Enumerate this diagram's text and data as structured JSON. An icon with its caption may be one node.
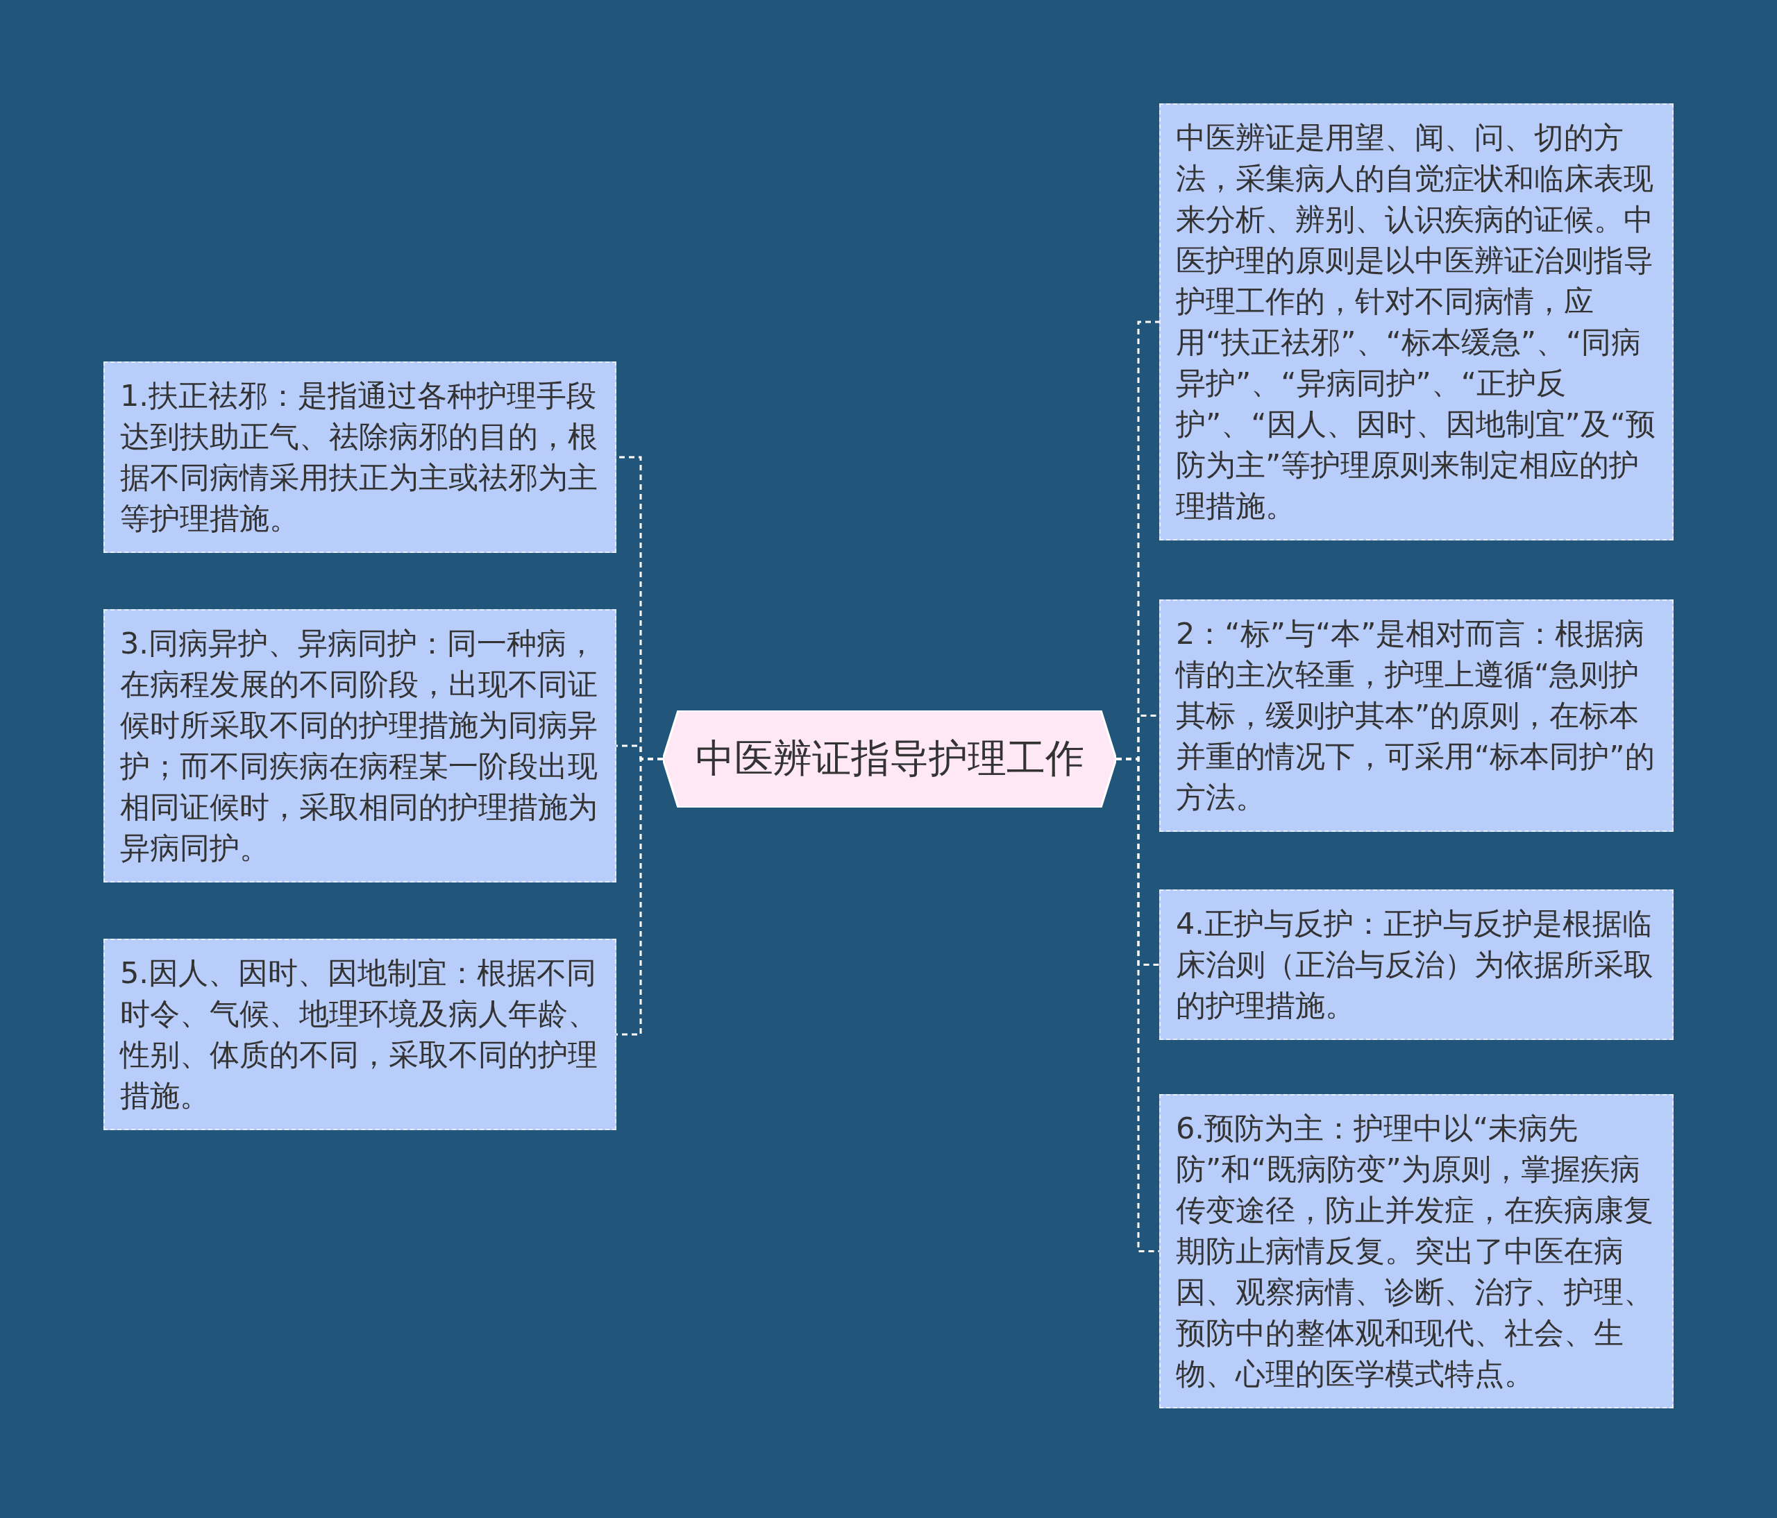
{
  "diagram": {
    "nodes": [
      {
        "text": [
          "中医辨证指导护理工作"
        ]
      },
      {
        "text": [
          "中医辨证是用望、闻、问、切的方法，采集病人的自觉症状和临床表现来分析、辨别、认识疾病的证候。中医护理的原则是以中医辨证治则指导护理工作的，针对不同病情，应用“扶正祛邪”、“标本缓急”、“同病异护”、“异病同护”、“正护反护”、“因人、因时、因地制宜”及“预防为主”等护理原则来制定相应的护理措施。"
        ]
      },
      {
        "text": [
          "1.扶正祛邪：是指通过各种护理手段达到扶助正气、祛除病邪的目的，根据不同病情采用扶正为主或祛邪为主等护理措施。"
        ]
      },
      {
        "text": [
          "2：“标”与“本”是相对而言：根据病情的主次轻重，护理上遵循“急则护其标，缓则护其本”的原则，在标本并重的情况下，可采用“标本同护”的方法。"
        ]
      },
      {
        "text": [
          "3.同病异护、异病同护：同一种病，在病程发展的不同阶段，出现不同证候时所采取不同的护理措施为同病异护；而不同疾病在病程某一阶段出现相同证候时，采取相同的护理措施为异病同护。"
        ]
      },
      {
        "text": [
          "4.正护与反护：正护与反护是根据临床治则（正治与反治）为依据所采取的护理措施。"
        ]
      },
      {
        "text": [
          "5.因人、因时、因地制宜：根据不同时令、气候、地理环境及病人年龄、性别、体质的不同，采取不同的护理措施。"
        ]
      },
      {
        "text": [
          "6.预防为主：护理中以“未病先防”和“既病防变”为原则，掌握疾病传变途径，防止并发症，在疾病康复期防止病情反复。突出了中医在病因、观察病情、诊断、治疗、护理、预防中的整体观和现代、社会、生物、心理的医学模式特点。"
        ]
      }
    ],
    "edges": [
      {
        "from": 0,
        "to": 1,
        "arrow": "none",
        "style": "dashed"
      },
      {
        "from": 0,
        "to": 2,
        "arrow": "none",
        "style": "dashed"
      },
      {
        "from": 0,
        "to": 3,
        "arrow": "none",
        "style": "dashed"
      },
      {
        "from": 0,
        "to": 4,
        "arrow": "none",
        "style": "dashed"
      },
      {
        "from": 0,
        "to": 5,
        "arrow": "none",
        "style": "dashed"
      },
      {
        "from": 0,
        "to": 6,
        "arrow": "none",
        "style": "dashed"
      },
      {
        "from": 0,
        "to": 7,
        "arrow": "none",
        "style": "dashed"
      }
    ]
  }
}
